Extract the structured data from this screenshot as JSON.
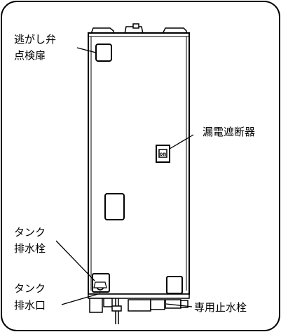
{
  "labels": {
    "relief_valve_access_door": [
      "逃がし弁",
      "点検扉"
    ],
    "earth_leakage_breaker": "漏電遮断器",
    "tank_drain_cock": [
      "タンク",
      "排水栓"
    ],
    "tank_drain_port": [
      "タンク",
      "排水口"
    ],
    "dedicated_shutoff_valve": "専用止水栓"
  },
  "breaker_mark": "on"
}
